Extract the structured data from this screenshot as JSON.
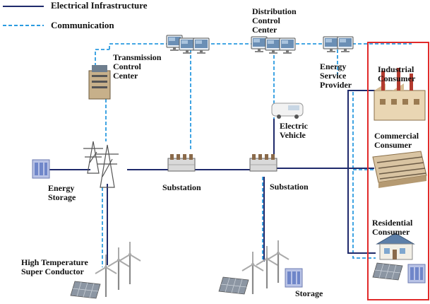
{
  "legend": {
    "electrical": "Electrical Infrastructure",
    "communication": "Communication"
  },
  "colors": {
    "electrical": "#1f2a6b",
    "communication": "#2b9be0",
    "consumer_box": "#e12a2a"
  },
  "labels": {
    "transmission_line1": "Transmission",
    "transmission_line2": "Control",
    "transmission_line3": "Center",
    "distribution_line1": "Distribution",
    "distribution_line2": "Control",
    "distribution_line3": "Center",
    "esp_line1": "Energy",
    "esp_line2": "Service",
    "esp_line3": "Provider",
    "ev_line1": "Electric",
    "ev_line2": "Vehicle",
    "energy_storage_line1": "Energy",
    "energy_storage_line2": "Storage",
    "substation_left": "Substation",
    "substation_right": "Substation",
    "htsc_line1": "High Temperature",
    "htsc_line2": "Super Conductor",
    "storage": "Storage",
    "industrial_line1": "Industrial",
    "industrial_line2": "Consumer",
    "commercial_line1": "Commercial",
    "commercial_line2": "Consumer",
    "residential_line1": "Residential",
    "residential_line2": "Consumer"
  },
  "icons": [
    "monitor-icon",
    "transmission-tower-icon",
    "substation-transformer-icon",
    "wind-turbine-icon",
    "solar-panel-icon",
    "battery-storage-icon",
    "factory-icon",
    "office-building-icon",
    "house-icon",
    "electric-vehicle-icon",
    "control-building-icon"
  ]
}
